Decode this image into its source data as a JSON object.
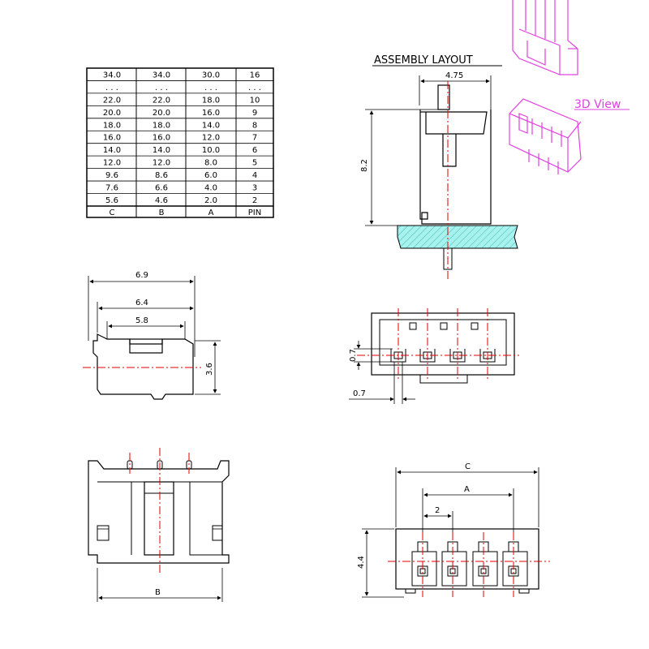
{
  "table": {
    "rows": [
      [
        "34.0",
        "34.0",
        "30.0",
        "16"
      ],
      [
        ". . .",
        ". . .",
        ". . .",
        ". . ."
      ],
      [
        "22.0",
        "22.0",
        "18.0",
        "10"
      ],
      [
        "20.0",
        "20.0",
        "16.0",
        "9"
      ],
      [
        "18.0",
        "18.0",
        "14.0",
        "8"
      ],
      [
        "16.0",
        "16.0",
        "12.0",
        "7"
      ],
      [
        "14.0",
        "14.0",
        "10.0",
        "6"
      ],
      [
        "12.0",
        "12.0",
        "8.0",
        "5"
      ],
      [
        "9.6",
        "8.6",
        "6.0",
        "4"
      ],
      [
        "7.6",
        "6.6",
        "4.0",
        "3"
      ],
      [
        "5.6",
        "4.6",
        "2.0",
        "2"
      ]
    ],
    "header": [
      "C",
      "B",
      "A",
      "PIN"
    ]
  },
  "assembly": {
    "title": "ASSEMBLY LAYOUT",
    "width_dim": "4.75",
    "height_dim": "8.2"
  },
  "view3d": {
    "label": "3D View"
  },
  "side_view": {
    "dim_overall": "6.9",
    "dim_mid": "6.4",
    "dim_inner": "5.8",
    "dim_height": "3.6"
  },
  "top_view": {
    "dim_v": "0.7",
    "dim_h": "0.7"
  },
  "front_view": {
    "dim_b": "B"
  },
  "bottom_view": {
    "dim_c": "C",
    "dim_a": "A",
    "dim_pitch": "2",
    "dim_height": "4.4"
  },
  "colors": {
    "line": "#000000",
    "center": "#e00000",
    "pcb_fill": "#a0f0f0",
    "pink": "#e040e0"
  }
}
